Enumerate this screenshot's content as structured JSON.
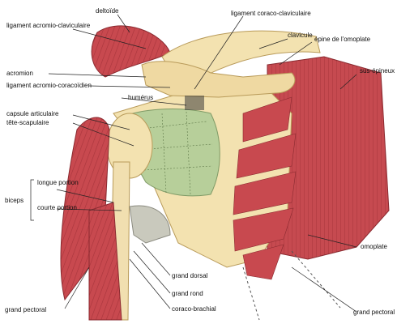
{
  "labels": {
    "deltoide": "deltoïde",
    "lig_acromio_clav": "ligament acromio-claviculaire",
    "lig_coraco_clav": "ligament coraco-claviculaire",
    "clavicule": "clavicule",
    "epine": "épine de l'omoplate",
    "acromion": "acromion",
    "lig_acromio_coracoidien": "ligament acromio-coracoïdien",
    "humerus": "humérus",
    "sus_epineux": "sus-épineux",
    "capsule": "capsule articulaire",
    "tete_scap": "tête-scapulaire",
    "longue_portion": "longue portion",
    "courte_portion": "courte portion",
    "biceps": "biceps",
    "omoplate": "omoplate",
    "grand_dorsal": "grand dorsal",
    "grand_rond": "grand rond",
    "coraco_brachial": "coraco-brachial",
    "grand_pectoral_left": "grand pectoral",
    "grand_pectoral_right": "grand pectoral"
  },
  "colors": {
    "muscle": "#c8494f",
    "muscle_dark": "#9e2e35",
    "bone": "#f3e2b0",
    "bone_shadow": "#d9c287",
    "capsule": "#b7cf9a",
    "ligament": "#d8d8c8",
    "leader_line": "#222222"
  }
}
